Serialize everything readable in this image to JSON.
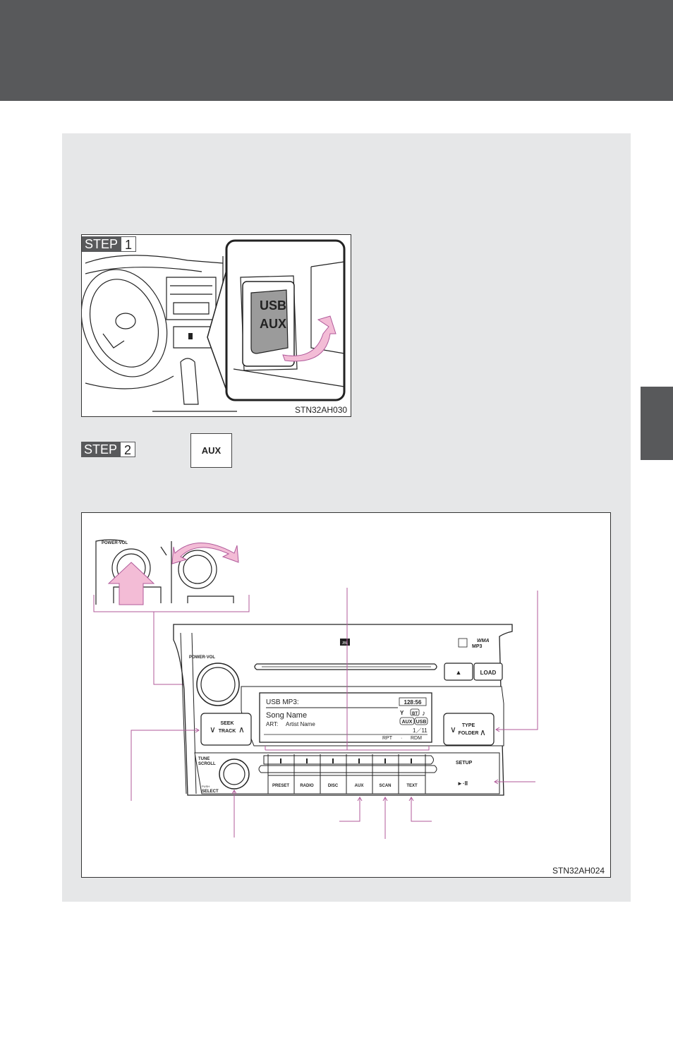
{
  "step1": {
    "word": "STEP",
    "number": "1"
  },
  "step2": {
    "word": "STEP",
    "number": "2"
  },
  "figure1": {
    "code": "STN32AH030",
    "port_label_line1": "USB",
    "port_label_line2": "AUX"
  },
  "aux_button": {
    "label": "AUX"
  },
  "figure2": {
    "code": "STN32AH024",
    "knob_label": "POWER·VOL",
    "head_unit": {
      "power_vol": "POWER·VOL",
      "eject": "▲",
      "load": "LOAD",
      "wma": "WMA",
      "mp3": "MP3",
      "brand": "JBL",
      "display": {
        "source": "USB MP3:",
        "counter": "128:56",
        "song": "Song Name",
        "art_label": "ART:",
        "artist": "Artist Name",
        "bt": "BT",
        "aux": "AUX",
        "usb": "USB",
        "track": "1／11",
        "rpt": "RPT",
        "dot": "·",
        "rdm": "RDM"
      },
      "seek_line1": "SEEK",
      "seek_line2": "TRACK",
      "type_line1": "TYPE",
      "type_line2": "FOLDER",
      "tune_line1": "TUNE",
      "tune_line2": "SCROLL",
      "push_label": "PUSH",
      "select_label": "SELECT",
      "setup": "SETUP",
      "play_pause": "►·II",
      "buttons": [
        "PRESET",
        "RADIO",
        "DISC",
        "AUX",
        "SCAN",
        "TEXT"
      ]
    }
  },
  "colors": {
    "band": "#58595b",
    "panel": "#e6e7e8",
    "pink": "#e8a1c4",
    "pink_arrow": "#f3bcd6",
    "leader": "#b05a9a"
  }
}
